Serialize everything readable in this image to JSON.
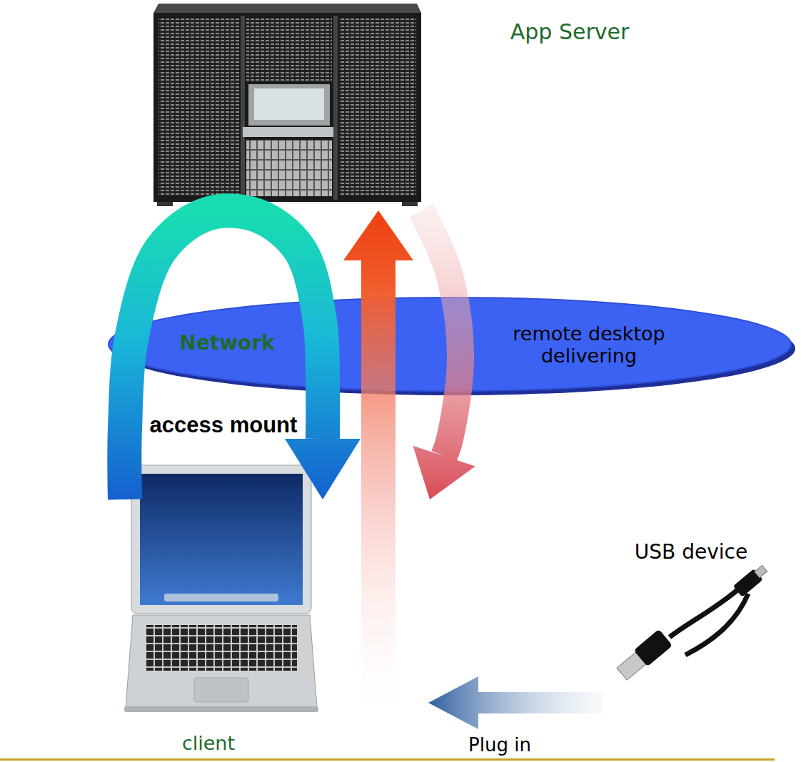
{
  "diagram": {
    "nodes": [
      {
        "text": [
          "App Server"
        ]
      },
      {
        "text": [
          "Network"
        ]
      },
      {
        "text": [
          "client"
        ]
      },
      {
        "text": [
          "USB device"
        ]
      }
    ],
    "edges": [
      {
        "from": 2,
        "to": 2,
        "arrow": "to",
        "label": "access mount"
      },
      {
        "from": 2,
        "to": 0,
        "arrow": "to"
      },
      {
        "from": 0,
        "to": 2,
        "arrow": "to",
        "label": "remote desktop delivering"
      },
      {
        "from": 3,
        "to": 2,
        "arrow": "to",
        "label": "Plug in"
      }
    ]
  }
}
